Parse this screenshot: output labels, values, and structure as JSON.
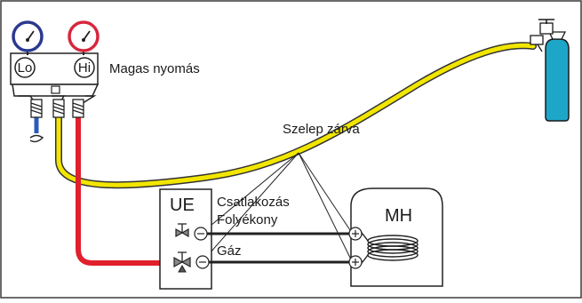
{
  "gauges": {
    "low_label": "Lo",
    "high_label": "Hi",
    "low_color": "#2b3990",
    "high_color": "#d7263d"
  },
  "labels": {
    "high_pressure": "Magas nyomás",
    "valve_closed": "Szelep zárva",
    "connection": "Csatlakozás",
    "liquid": "Folyékony",
    "gas": "Gáz"
  },
  "units": {
    "indoor": "UE",
    "outdoor": "MH"
  },
  "hose_colors": {
    "yellow": "#f2e600",
    "red": "#e0202c",
    "blue": "#2b5bb8",
    "cylinder": "#1ea6c9"
  },
  "icons": [
    "pressure-gauge-icon",
    "valve-icon",
    "nitrogen-cylinder-icon",
    "coil-icon"
  ]
}
